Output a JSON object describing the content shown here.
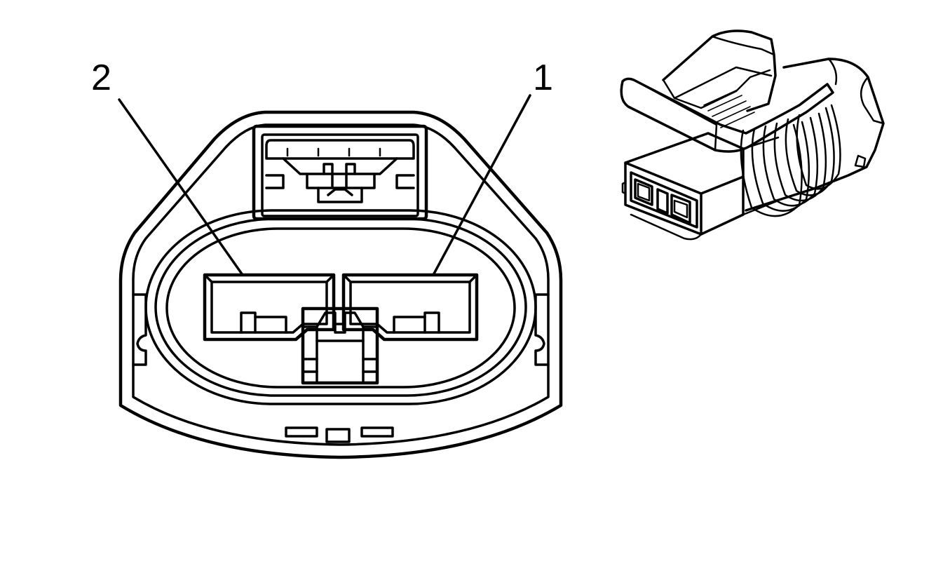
{
  "figure": {
    "callouts": [
      {
        "id": "callout-2",
        "text": "2"
      },
      {
        "id": "callout-1",
        "text": "1"
      }
    ]
  },
  "colors": {
    "line": "#000000",
    "background": "#ffffff"
  }
}
